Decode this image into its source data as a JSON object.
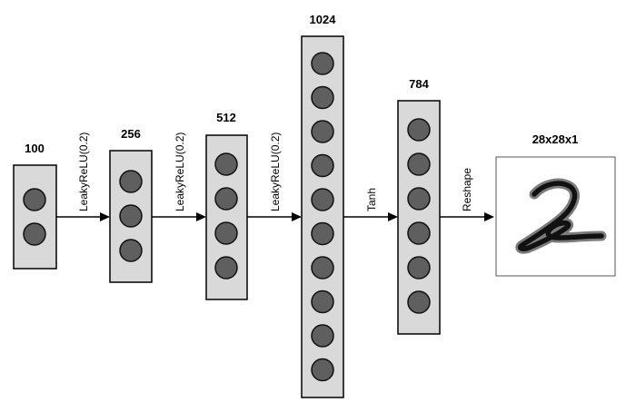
{
  "layers": [
    {
      "size_label": "100",
      "neurons": 2
    },
    {
      "size_label": "256",
      "neurons": 3
    },
    {
      "size_label": "512",
      "neurons": 4
    },
    {
      "size_label": "1024",
      "neurons": 10
    },
    {
      "size_label": "784",
      "neurons": 6
    }
  ],
  "transitions": [
    {
      "label": "LeakyReLU(0.2)"
    },
    {
      "label": "LeakyReLU(0.2)"
    },
    {
      "label": "LeakyReLU(0.2)"
    },
    {
      "label": "Tanh"
    },
    {
      "label": "Reshape"
    }
  ],
  "output": {
    "size_label": "28x28x1",
    "image": "handwritten digit 2"
  },
  "colors": {
    "box_fill": "#d9d9d9",
    "neuron_fill": "#5f5f5f",
    "stroke": "#000000"
  }
}
